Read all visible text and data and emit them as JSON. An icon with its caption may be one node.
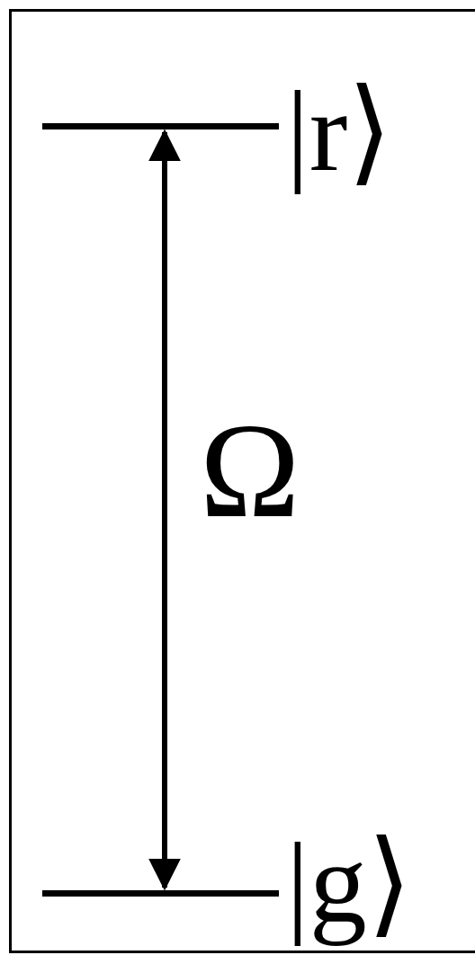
{
  "diagram": {
    "nodes": [
      {
        "text": [],
        "shape": "bar",
        "beside": [
          "|r⟩"
        ]
      },
      {
        "text": [],
        "shape": "bar",
        "beside": [
          "|g⟩"
        ]
      }
    ],
    "edges": [
      {
        "from": 1,
        "to": 0,
        "arrow": "both",
        "label": "Ω"
      }
    ]
  }
}
